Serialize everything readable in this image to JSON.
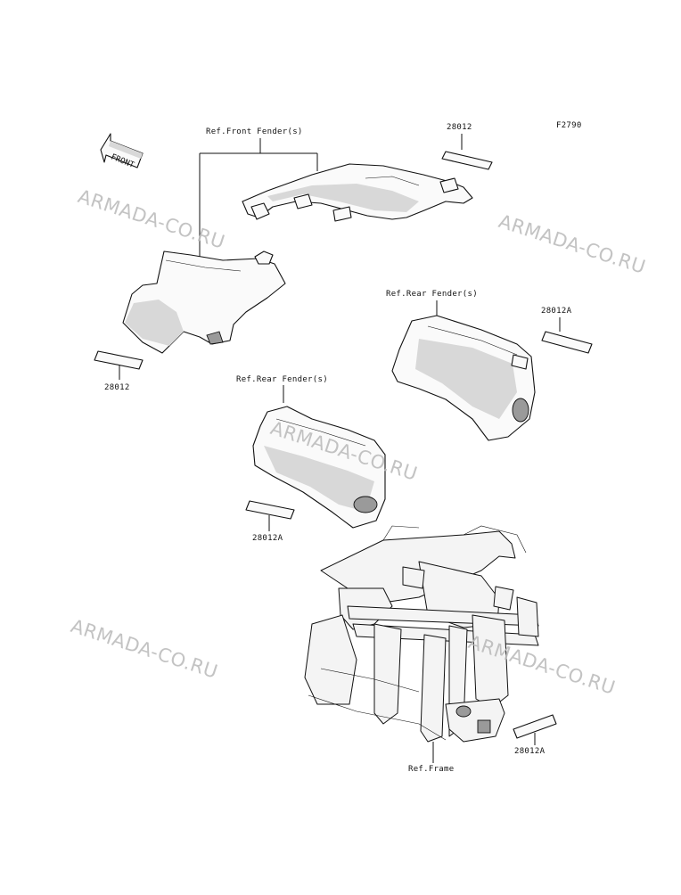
{
  "figure_code": "F2790",
  "front_arrow_label": "FRONT",
  "callouts": {
    "ref_front_fender": "Ref.Front Fender(s)",
    "ref_rear_fender_right": "Ref.Rear Fender(s)",
    "ref_rear_fender_left": "Ref.Rear Fender(s)",
    "ref_frame": "Ref.Frame",
    "label_top_right": "28012",
    "label_left": "28012",
    "label_rear_right": "28012A",
    "label_rear_left": "28012A",
    "label_frame": "28012A"
  },
  "watermarks": [
    "ARMADA-CO.RU",
    "ARMADA-CO.RU",
    "ARMADA-CO.RU",
    "ARMADA-CO.RU",
    "ARMADA-CO.RU"
  ]
}
